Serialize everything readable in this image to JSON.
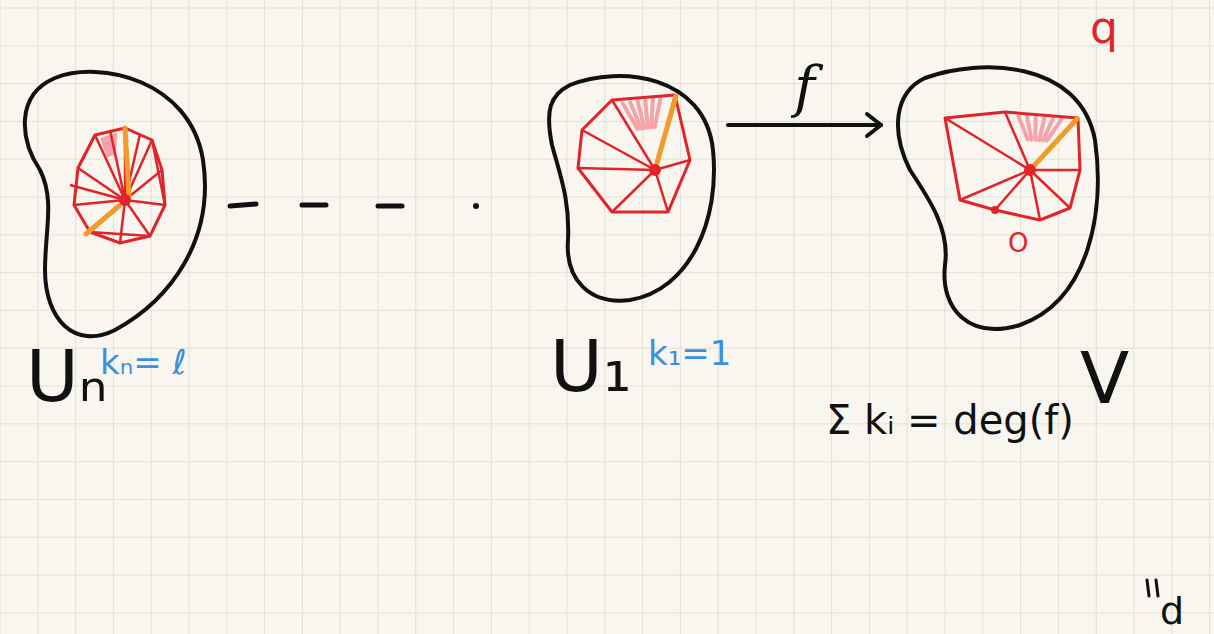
{
  "diagram": {
    "nodes": [
      {
        "text": [
          "Uₙ",
          "kₙ= ℓ"
        ]
      },
      {
        "text": [
          "U₁",
          "k₁=1"
        ]
      },
      {
        "text": [
          "q",
          "O",
          "V"
        ]
      }
    ],
    "edges": [
      {
        "from": 1,
        "to": 2,
        "arrow": "to",
        "label": "f"
      }
    ],
    "labels": [
      "Σ kᵢ = deg(f)",
      "d"
    ]
  }
}
